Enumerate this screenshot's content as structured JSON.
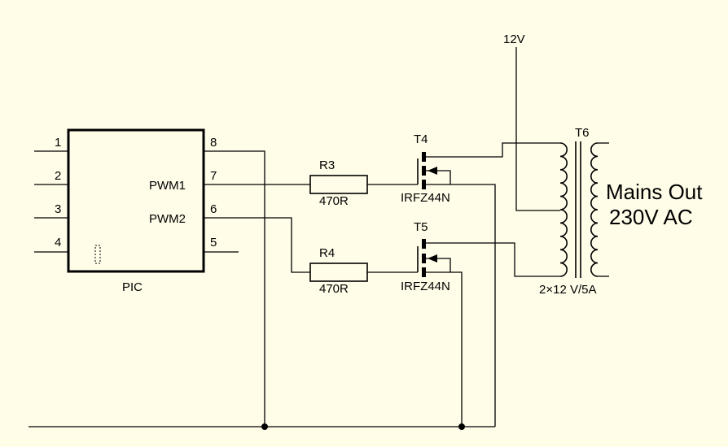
{
  "supply": {
    "label": "12V"
  },
  "ic": {
    "name": "PIC",
    "pins_left": [
      "1",
      "2",
      "3",
      "4"
    ],
    "pins_right": [
      "8",
      "7",
      "6",
      "5"
    ],
    "pwm1": "PWM1",
    "pwm2": "PWM2"
  },
  "r3": {
    "ref": "R3",
    "value": "470R"
  },
  "r4": {
    "ref": "R4",
    "value": "470R"
  },
  "t4": {
    "ref": "T4",
    "part": "IRFZ44N"
  },
  "t5": {
    "ref": "T5",
    "part": "IRFZ44N"
  },
  "t6": {
    "ref": "T6",
    "rating": "2×12 V/5A"
  },
  "output": {
    "line1": "Mains Out",
    "line2": "230V AC"
  }
}
